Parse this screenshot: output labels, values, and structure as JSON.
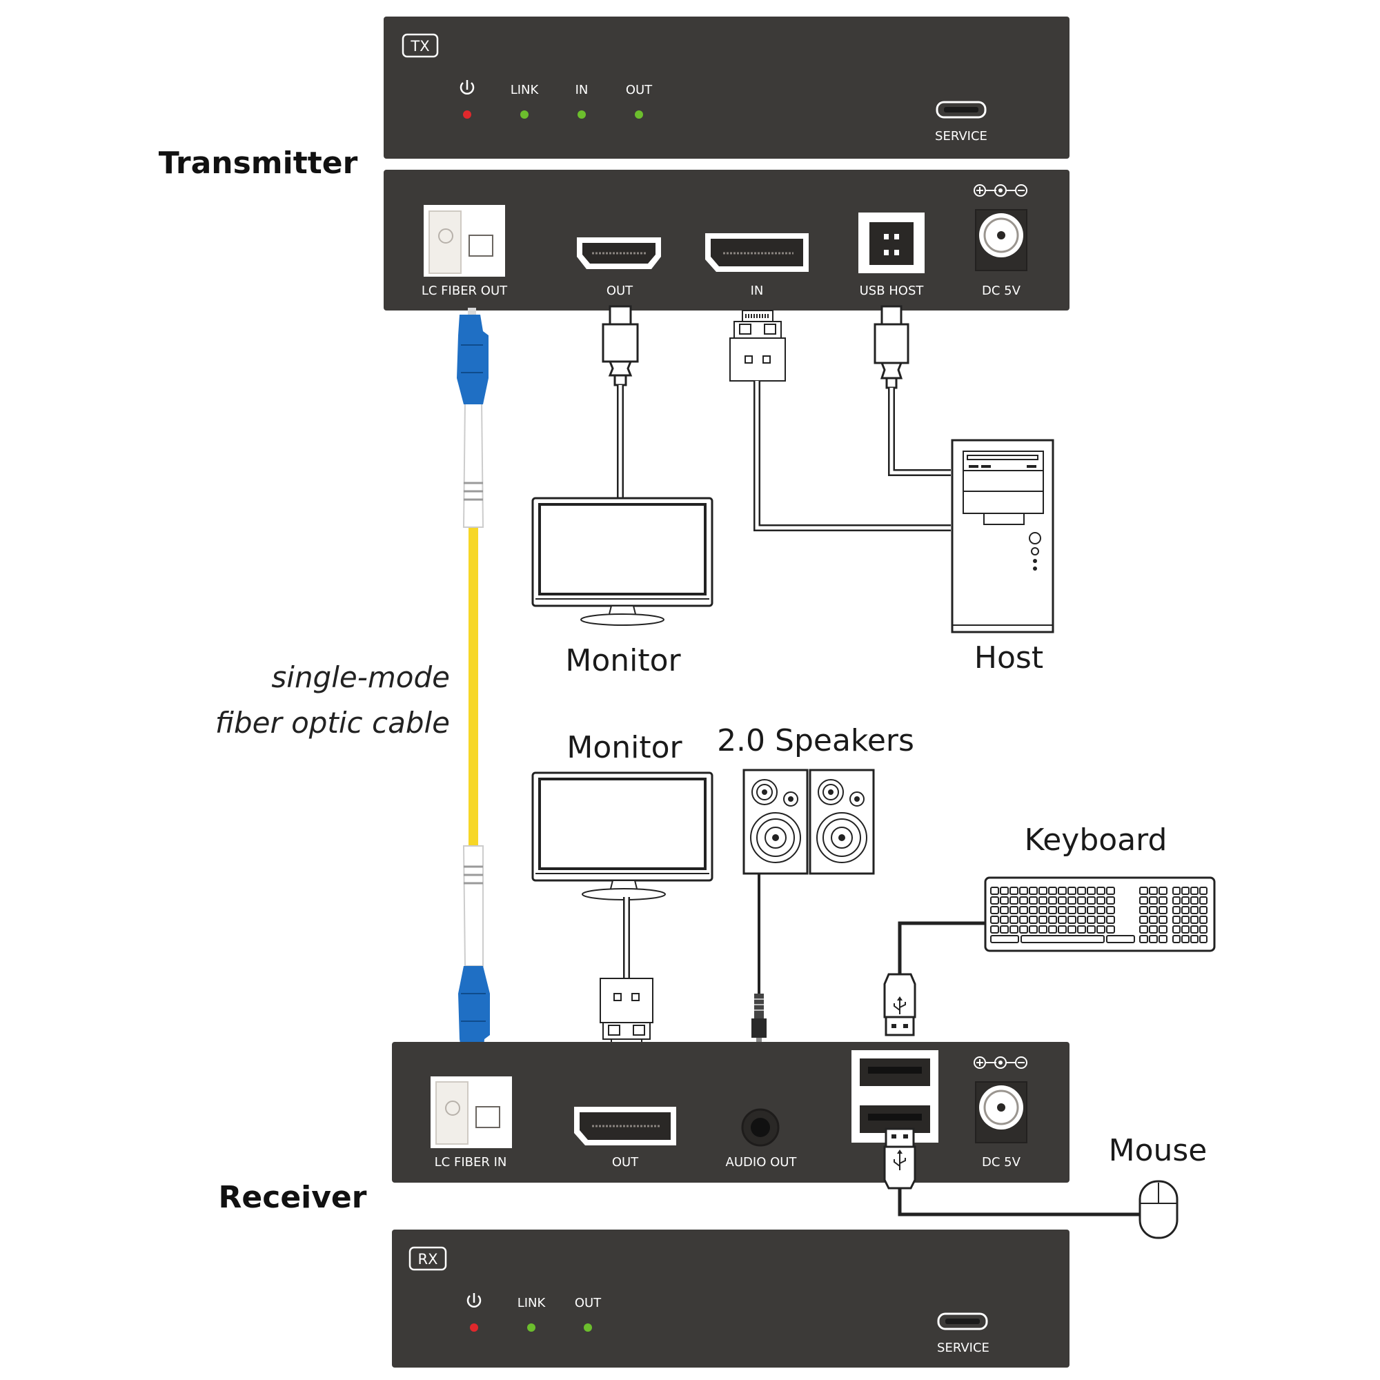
{
  "colors": {
    "device": "#3c3a38",
    "power_led": "#e0282c",
    "status_led": "#6cbe2d",
    "fiber_cable": "#f7d726",
    "lc_connector": "#1f6fc4"
  },
  "transmitter": {
    "title": "Transmitter",
    "badge": "TX",
    "power_icon": "power-icon",
    "indicators": [
      "LINK",
      "IN",
      "OUT"
    ],
    "service_label": "SERVICE",
    "ports": [
      "LC FIBER OUT",
      "OUT",
      "IN",
      "USB HOST",
      "DC 5V"
    ]
  },
  "receiver": {
    "title": "Receiver",
    "badge": "RX",
    "power_icon": "power-icon",
    "indicators": [
      "LINK",
      "OUT"
    ],
    "service_label": "SERVICE",
    "ports": [
      "LC FIBER IN",
      "OUT",
      "AUDIO OUT",
      "DC 5V"
    ]
  },
  "cable": {
    "line1": "single-mode",
    "line2": "fiber optic cable"
  },
  "peripherals": {
    "tx_monitor": "Monitor",
    "host": "Host",
    "rx_monitor": "Monitor",
    "speakers": "2.0 Speakers",
    "keyboard": "Keyboard",
    "mouse": "Mouse"
  }
}
